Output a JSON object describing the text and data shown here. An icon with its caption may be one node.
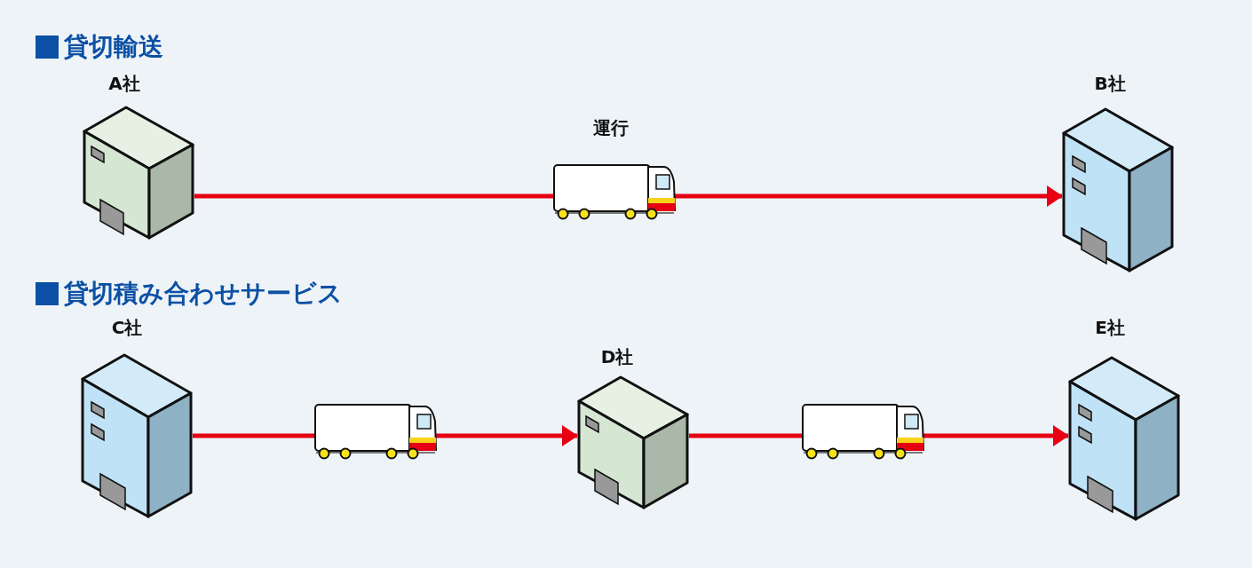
{
  "diagram": {
    "nodes": [
      {
        "text": [
          "A社"
        ]
      },
      {
        "text": [
          "B社"
        ]
      },
      {
        "text": [
          "C社"
        ]
      },
      {
        "text": [
          "D社"
        ]
      },
      {
        "text": [
          "E社"
        ]
      }
    ],
    "edges": [
      {
        "from": 0,
        "to": 1,
        "arrow": "to",
        "label": "運行"
      },
      {
        "from": 2,
        "to": 3,
        "arrow": "to"
      },
      {
        "from": 3,
        "to": 4,
        "arrow": "to"
      }
    ],
    "labels": [
      "貸切輸送",
      "貸切積み合わせサービス"
    ]
  }
}
